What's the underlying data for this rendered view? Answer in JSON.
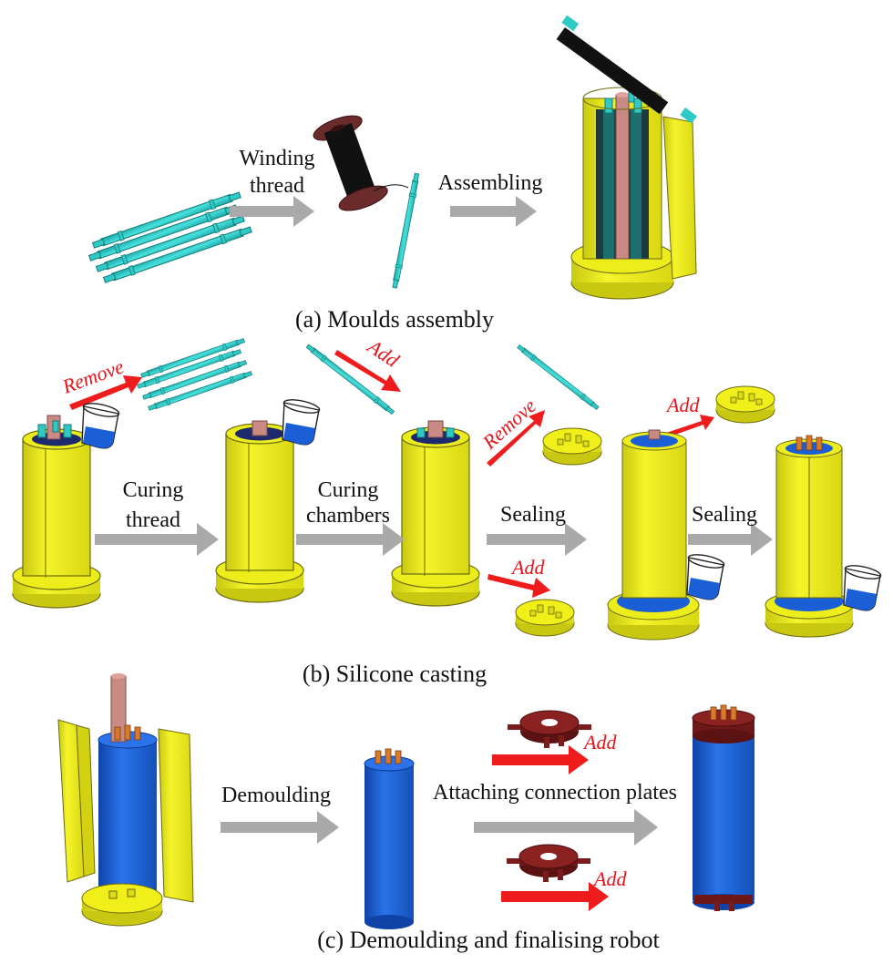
{
  "colors": {
    "mould_yellow": "#f0ef1a",
    "mould_edge": "#6b6a10",
    "rod_cyan": "#2fc9c6",
    "spool_black": "#111111",
    "spool_rim": "#6b2b2b",
    "core_pink": "#c98a84",
    "silicone_blue": "#1a5fd6",
    "plate_dark_red": "#7a1c1c",
    "pin_orange": "#d97a2b",
    "arrow_grey": "#a9a9a9",
    "arrow_red": "#ee1c1c"
  },
  "panel_a": {
    "caption": "(a) Moulds assembly",
    "step_winding": [
      "Winding",
      "thread"
    ],
    "step_assembling": "Assembling"
  },
  "panel_b": {
    "caption": "(b) Silicone casting",
    "remove_label": "Remove",
    "add_label": "Add",
    "step_curing_thread": [
      "Curing",
      "thread"
    ],
    "step_curing_chambers": [
      "Curing",
      "chambers"
    ],
    "step_sealing": "Sealing"
  },
  "panel_c": {
    "caption": "(c) Demoulding and finalising robot",
    "step_demoulding": "Demoulding",
    "step_attaching": "Attaching connection plates",
    "add_label": "Add"
  },
  "icons": [
    "rod-icon",
    "thread-spool-icon",
    "mould-cylinder-icon",
    "pouring-beaker-icon",
    "end-cap-icon",
    "connection-plate-icon",
    "silicone-actuator-icon"
  ]
}
